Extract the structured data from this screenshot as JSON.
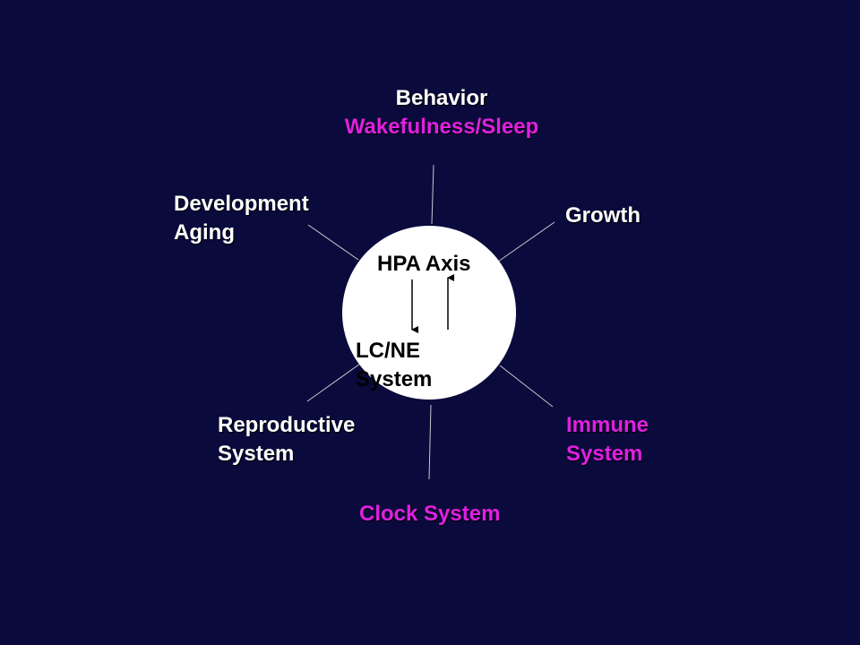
{
  "diagram": {
    "center": {
      "top_label": "HPA Axis",
      "bottom_label_line1": "LC/NE",
      "bottom_label_line2": "System"
    },
    "nodes": {
      "behavior": {
        "line1": "Behavior",
        "line2": "Wakefulness/Sleep"
      },
      "growth": {
        "label": "Growth"
      },
      "development": {
        "line1": "Development",
        "line2": "Aging"
      },
      "reproductive": {
        "line1": "Reproductive",
        "line2": "System"
      },
      "immune": {
        "line1": "Immune",
        "line2": "System"
      },
      "clock": {
        "label": "Clock System"
      }
    },
    "colors": {
      "background": "#0a0a3c",
      "white_text": "#ffffff",
      "highlight_text": "#e020e0",
      "circle": "#ffffff",
      "connector": "#c8c8d0"
    }
  }
}
